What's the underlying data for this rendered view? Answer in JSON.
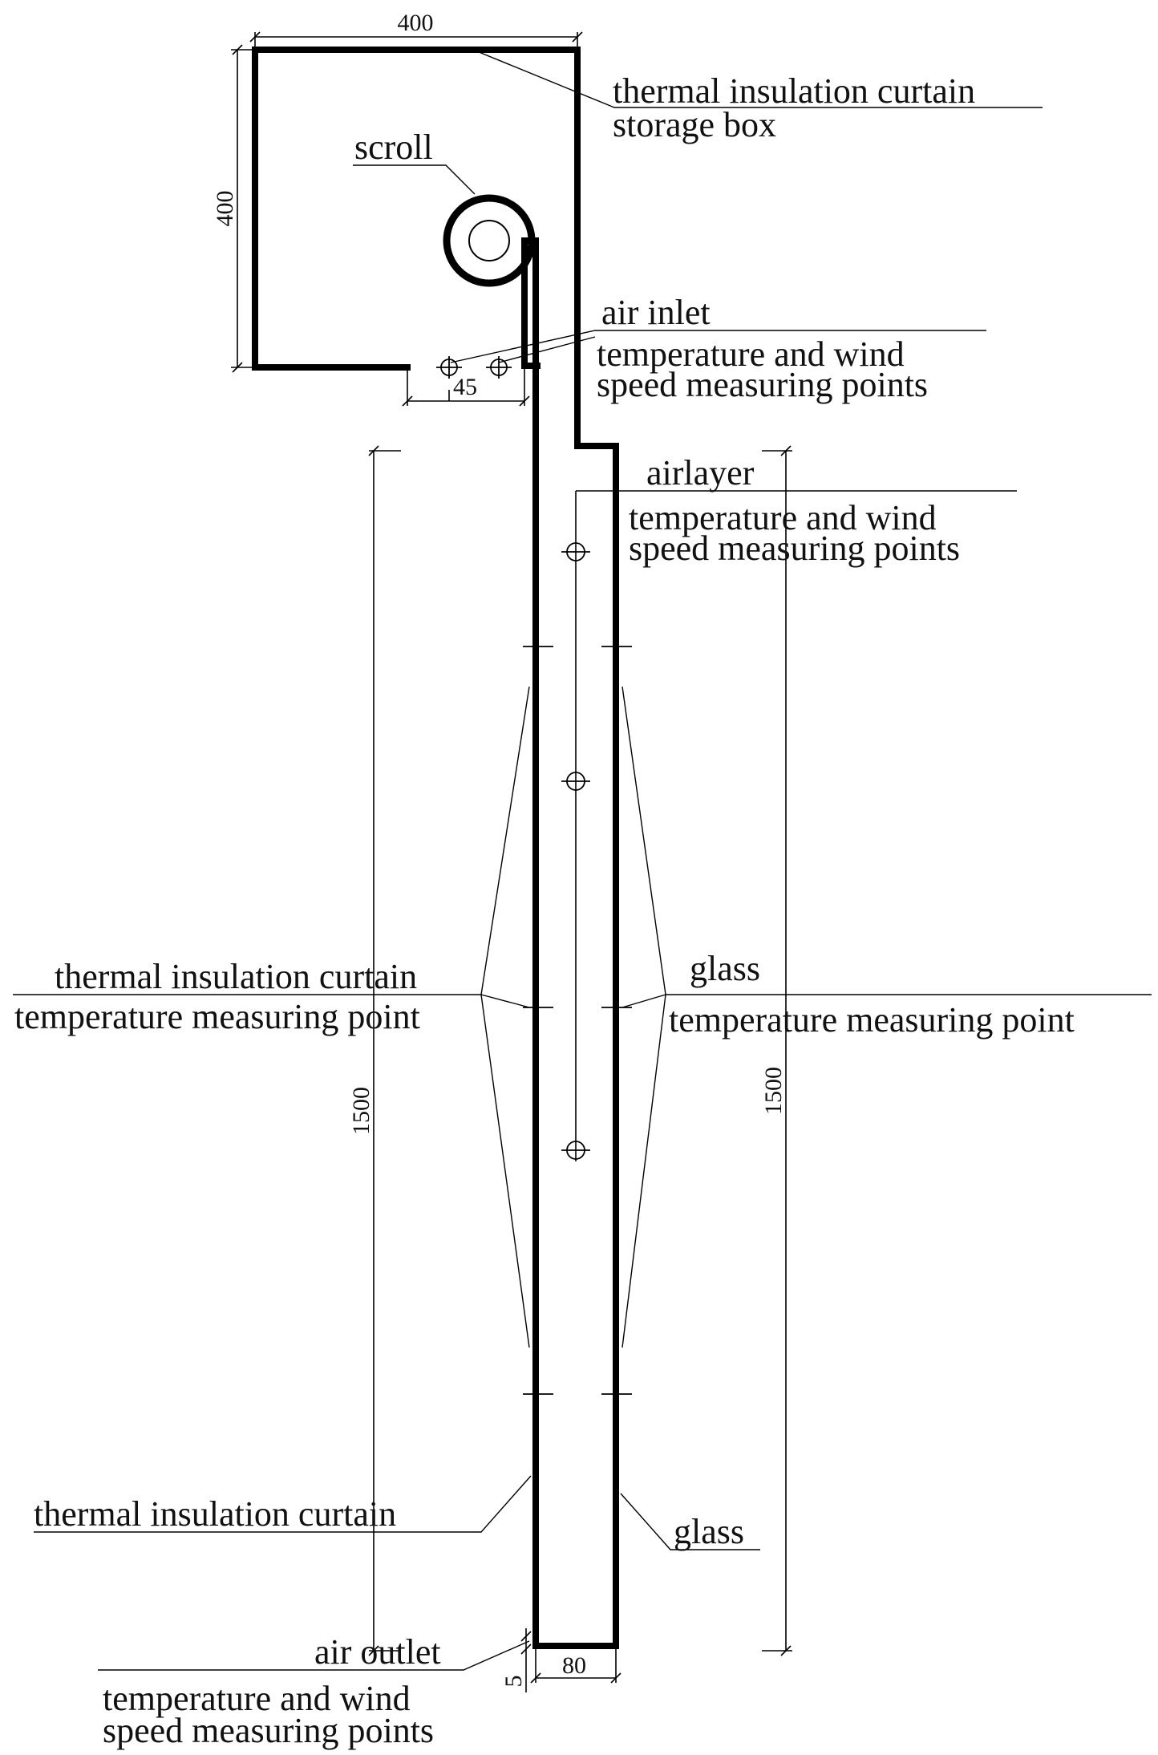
{
  "labels": {
    "storage_box_line1": "thermal insulation curtain",
    "storage_box_line2": "storage box",
    "scroll": "scroll",
    "air_inlet_line1": "air inlet",
    "air_inlet_line2": "temperature and wind",
    "air_inlet_line3": "speed measuring points",
    "airlayer_line1": "airlayer",
    "airlayer_line2": "temperature and wind",
    "airlayer_line3": "speed measuring points",
    "curtain_temp_line1": "thermal insulation curtain",
    "curtain_temp_line2": "temperature measuring point",
    "glass_temp_line1": "glass",
    "glass_temp_line2": "temperature measuring point",
    "curtain": "thermal insulation curtain",
    "glass": "glass",
    "air_outlet_line1": "air outlet",
    "air_outlet_line2": "temperature and wind",
    "air_outlet_line3": "speed measuring points"
  },
  "dimensions": {
    "box_width": "400",
    "box_height": "400",
    "inlet_gap": "45",
    "left_height": "1500",
    "right_height": "1500",
    "outlet_gap": "5",
    "airlayer_width": "80"
  }
}
